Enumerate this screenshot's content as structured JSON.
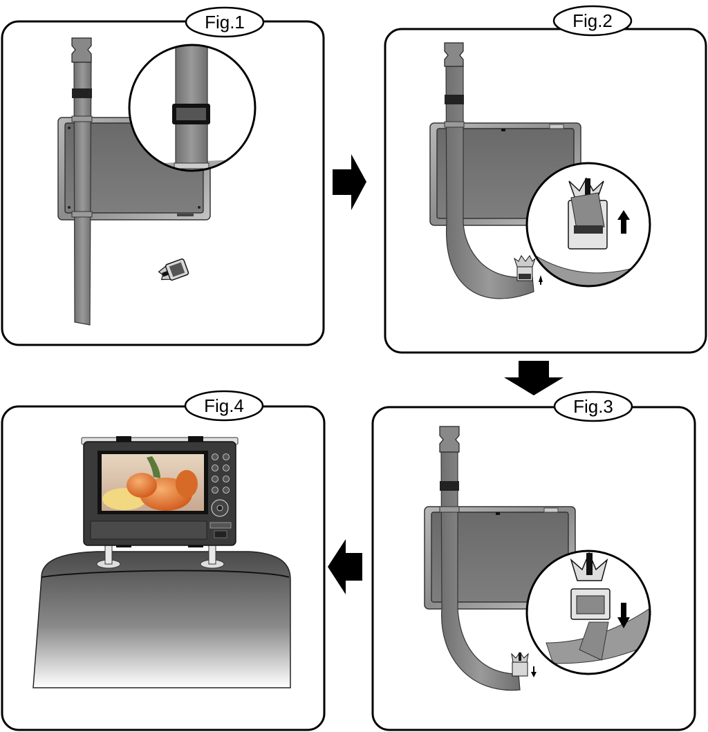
{
  "figures": [
    {
      "id": "fig1",
      "label": "Fig.1"
    },
    {
      "id": "fig2",
      "label": "Fig.2"
    },
    {
      "id": "fig3",
      "label": "Fig.3"
    },
    {
      "id": "fig4",
      "label": "Fig.4"
    }
  ],
  "flow_arrows": [
    "right",
    "down",
    "left"
  ],
  "buckle_direction": {
    "fig2": "up",
    "fig3": "down"
  },
  "colors": {
    "outline": "#000000",
    "strap": "#8a8a8a",
    "panel": "#707070",
    "screen_bezel": "#3a3a3a",
    "pepper": "#e07830"
  }
}
